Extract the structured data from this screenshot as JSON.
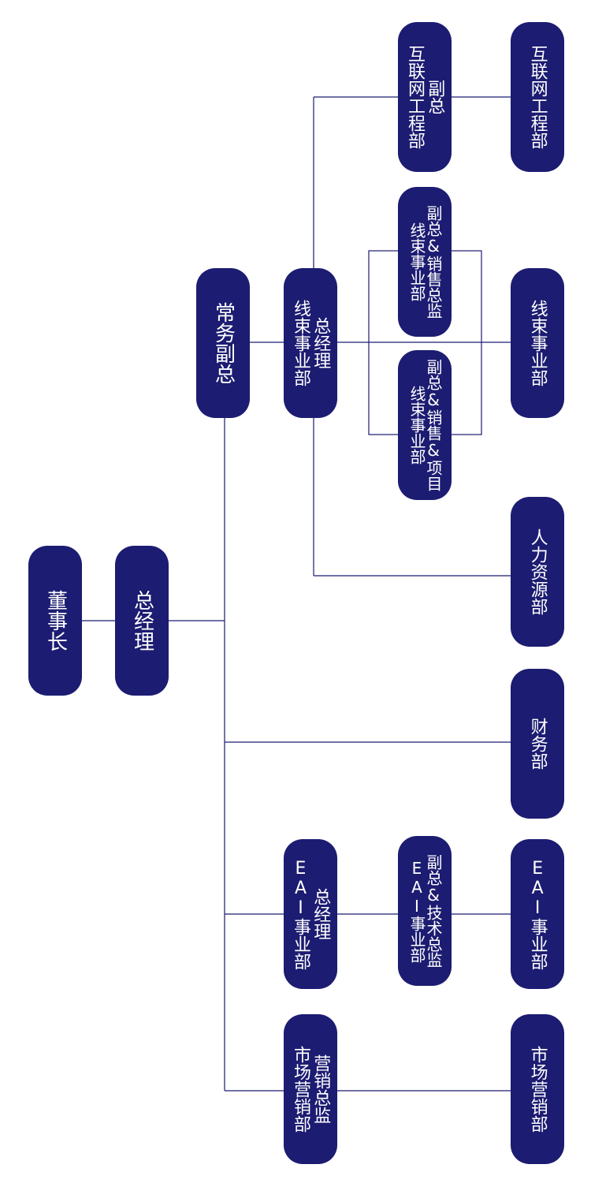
{
  "colors": {
    "box": "#1c1c72",
    "line": "#1c1c72",
    "text": "#ffffff"
  },
  "nodes": {
    "chairman": "董事长",
    "general_manager": "总经理",
    "executive_vp": "常务副总",
    "harness_gm": {
      "line1": "总经理",
      "line2": "线束事业部"
    },
    "internet_vp": {
      "line1": "副总",
      "line2": "互联网工程部"
    },
    "internet_dept": "互联网工程部",
    "harness_vp_sales": {
      "line1": "副总&销售总监",
      "line2": "线束事业部"
    },
    "harness_vp_project": {
      "line1": "副总&销售&项目",
      "line2": "线束事业部"
    },
    "harness_dept": "线束事业部",
    "hr_dept": "人力资源部",
    "finance_dept": "财务部",
    "eai_gm": {
      "line1": "总经理",
      "line2": "EAI事业部"
    },
    "eai_vp_tech": {
      "line1": "副总&技术总监",
      "line2": "EAI事业部"
    },
    "eai_dept": "EAI事业部",
    "marketing_director": {
      "line1": "营销总监",
      "line2": "市场营销部"
    },
    "marketing_dept": "市场营销部"
  }
}
